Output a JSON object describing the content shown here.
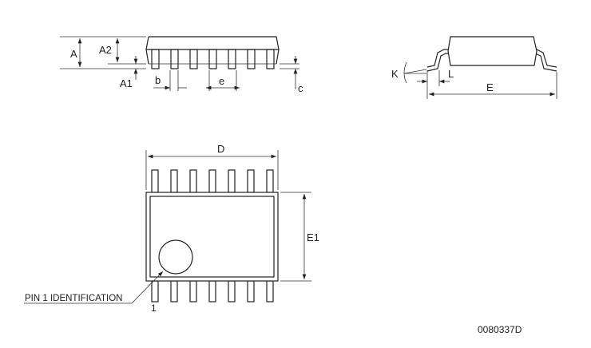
{
  "labels": {
    "A": "A",
    "A2": "A2",
    "A1": "A1",
    "b": "b",
    "e": "e",
    "c": "c",
    "K": "K",
    "L": "L",
    "E": "E",
    "D": "D",
    "E1": "E1",
    "pin1": "PIN 1 IDENTIFICATION",
    "pin1_number": "1",
    "drawing_id": "0080337D"
  },
  "pins_per_side": 7
}
